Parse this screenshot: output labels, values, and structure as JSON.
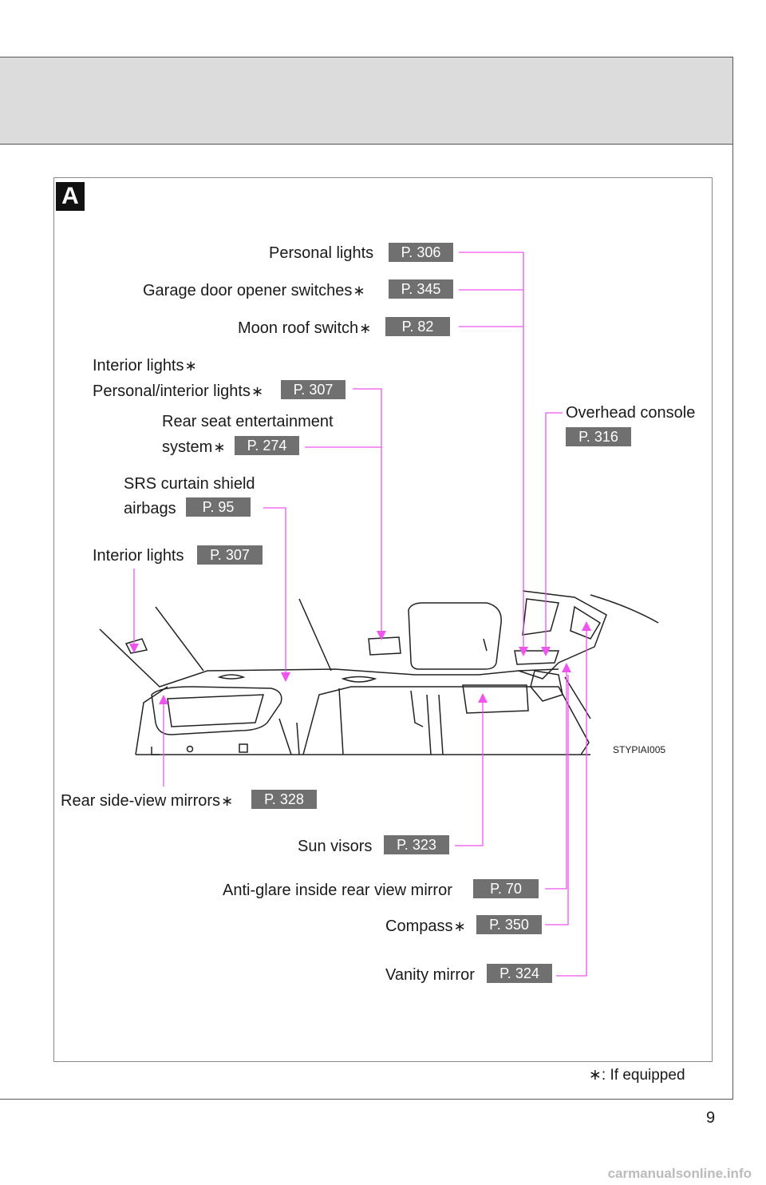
{
  "section": {
    "badge": "A"
  },
  "callouts": {
    "personal_lights": {
      "label": "Personal lights",
      "ref": "P. 306"
    },
    "garage_door": {
      "label": "Garage door opener switches",
      "ast": "∗",
      "ref": "P. 345"
    },
    "moon_roof": {
      "label": "Moon roof switch",
      "ast": "∗",
      "ref": "P. 82"
    },
    "interior_lights_top": {
      "label": "Interior lights",
      "ast": "∗"
    },
    "personal_interior": {
      "label": "Personal/interior lights",
      "ast": "∗",
      "ref": "P. 307"
    },
    "rear_seat_ent": {
      "line1": "Rear seat entertainment",
      "line2": "system",
      "ast": "∗",
      "ref": "P. 274"
    },
    "overhead_console": {
      "label": "Overhead console",
      "ref": "P. 316"
    },
    "srs_curtain": {
      "line1": "SRS curtain shield",
      "line2": "airbags",
      "ref": "P. 95"
    },
    "interior_lights": {
      "label": "Interior lights",
      "ref": "P. 307"
    },
    "rear_side_mirrors": {
      "label": "Rear side-view mirrors",
      "ast": "∗",
      "ref": "P. 328"
    },
    "sun_visors": {
      "label": "Sun visors",
      "ref": "P. 323"
    },
    "anti_glare": {
      "label": "Anti-glare inside rear view mirror",
      "ref": "P. 70"
    },
    "compass": {
      "label": "Compass",
      "ast": "∗",
      "ref": "P. 350"
    },
    "vanity_mirror": {
      "label": "Vanity mirror",
      "ref": "P. 324"
    }
  },
  "illustration": {
    "caption": "STYPIAI005"
  },
  "footnote": {
    "symbol": "∗",
    "text": ": If equipped"
  },
  "page_number": "9",
  "watermark": "carmanualsonline.info",
  "colors": {
    "leader_line": "#ee55ee",
    "ref_badge": "#707070",
    "header_band": "#dcdcdc"
  }
}
